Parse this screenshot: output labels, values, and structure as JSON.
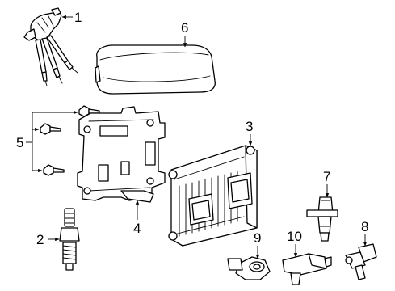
{
  "callouts": [
    {
      "id": "1",
      "label": "1"
    },
    {
      "id": "2",
      "label": "2"
    },
    {
      "id": "3",
      "label": "3"
    },
    {
      "id": "4",
      "label": "4"
    },
    {
      "id": "5",
      "label": "5"
    },
    {
      "id": "6",
      "label": "6"
    },
    {
      "id": "7",
      "label": "7"
    },
    {
      "id": "8",
      "label": "8"
    },
    {
      "id": "9",
      "label": "9"
    },
    {
      "id": "10",
      "label": "10"
    }
  ],
  "parts": [
    {
      "callout": "1",
      "icon": "ignition-coil-icon"
    },
    {
      "callout": "2",
      "icon": "spark-plug-icon"
    },
    {
      "callout": "3",
      "icon": "engine-control-module-icon"
    },
    {
      "callout": "4",
      "icon": "ecm-bracket-icon"
    },
    {
      "callout": "5",
      "icon": "bolt-icon"
    },
    {
      "callout": "6",
      "icon": "engine-cover-icon"
    },
    {
      "callout": "7",
      "icon": "camshaft-sensor-icon"
    },
    {
      "callout": "8",
      "icon": "crankshaft-sensor-icon"
    },
    {
      "callout": "9",
      "icon": "knock-sensor-icon"
    },
    {
      "callout": "10",
      "icon": "map-sensor-icon"
    }
  ]
}
